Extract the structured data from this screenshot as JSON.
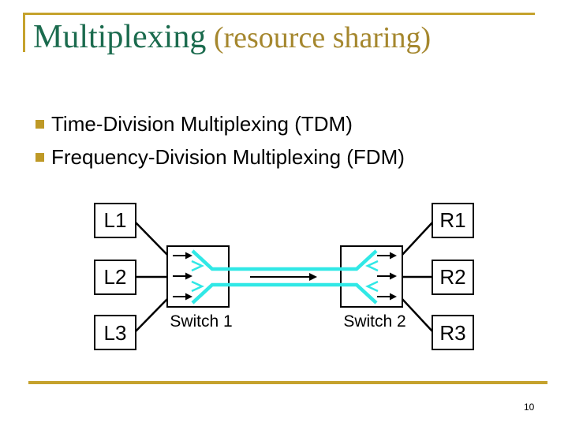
{
  "slide": {
    "title_main": "Multiplexing",
    "title_paren": " (resource sharing)",
    "bullets": [
      "Time-Division Multiplexing (TDM)",
      "Frequency-Division Multiplexing (FDM)"
    ],
    "page_number": "10"
  },
  "diagram": {
    "left_nodes": [
      {
        "label": "L1"
      },
      {
        "label": "L2"
      },
      {
        "label": "L3"
      }
    ],
    "right_nodes": [
      {
        "label": "R1"
      },
      {
        "label": "R2"
      },
      {
        "label": "R3"
      }
    ],
    "switches": [
      {
        "label": "Switch 1"
      },
      {
        "label": "Switch 2"
      }
    ]
  },
  "colors": {
    "accent_gold": "#C5A22D",
    "bullet_gold": "#BE9926",
    "title_green": "#1B6B4E",
    "title_paren_gold": "#A5872E",
    "flow_cyan": "#30E8E6",
    "line_black": "#000000"
  }
}
